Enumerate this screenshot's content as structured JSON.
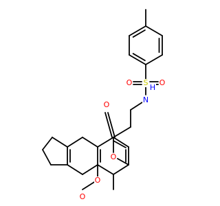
{
  "molecule": {
    "atoms": [
      {
        "id": "methyl-top",
        "label": ""
      },
      {
        "id": "S",
        "label": "S",
        "color": "#cccc00"
      },
      {
        "id": "O-s-left",
        "label": "O",
        "color": "#ff0000"
      },
      {
        "id": "O-s-right",
        "label": "O",
        "color": "#ff0000"
      },
      {
        "id": "N",
        "label": "N",
        "color": "#0000ff"
      },
      {
        "id": "H-n",
        "label": "H",
        "color": "#0000ff"
      },
      {
        "id": "O-carbonyl-ester",
        "label": "O",
        "color": "#ff0000"
      },
      {
        "id": "O-ester",
        "label": "O",
        "color": "#ff0000"
      },
      {
        "id": "O-ring",
        "label": "O",
        "color": "#ff0000"
      },
      {
        "id": "O-carbonyl-ring",
        "label": "O",
        "color": "#ff0000"
      }
    ],
    "colors": {
      "bond": "#000000",
      "oxygen": "#ff0000",
      "nitrogen": "#0000ff",
      "sulfur": "#cccc00"
    }
  }
}
